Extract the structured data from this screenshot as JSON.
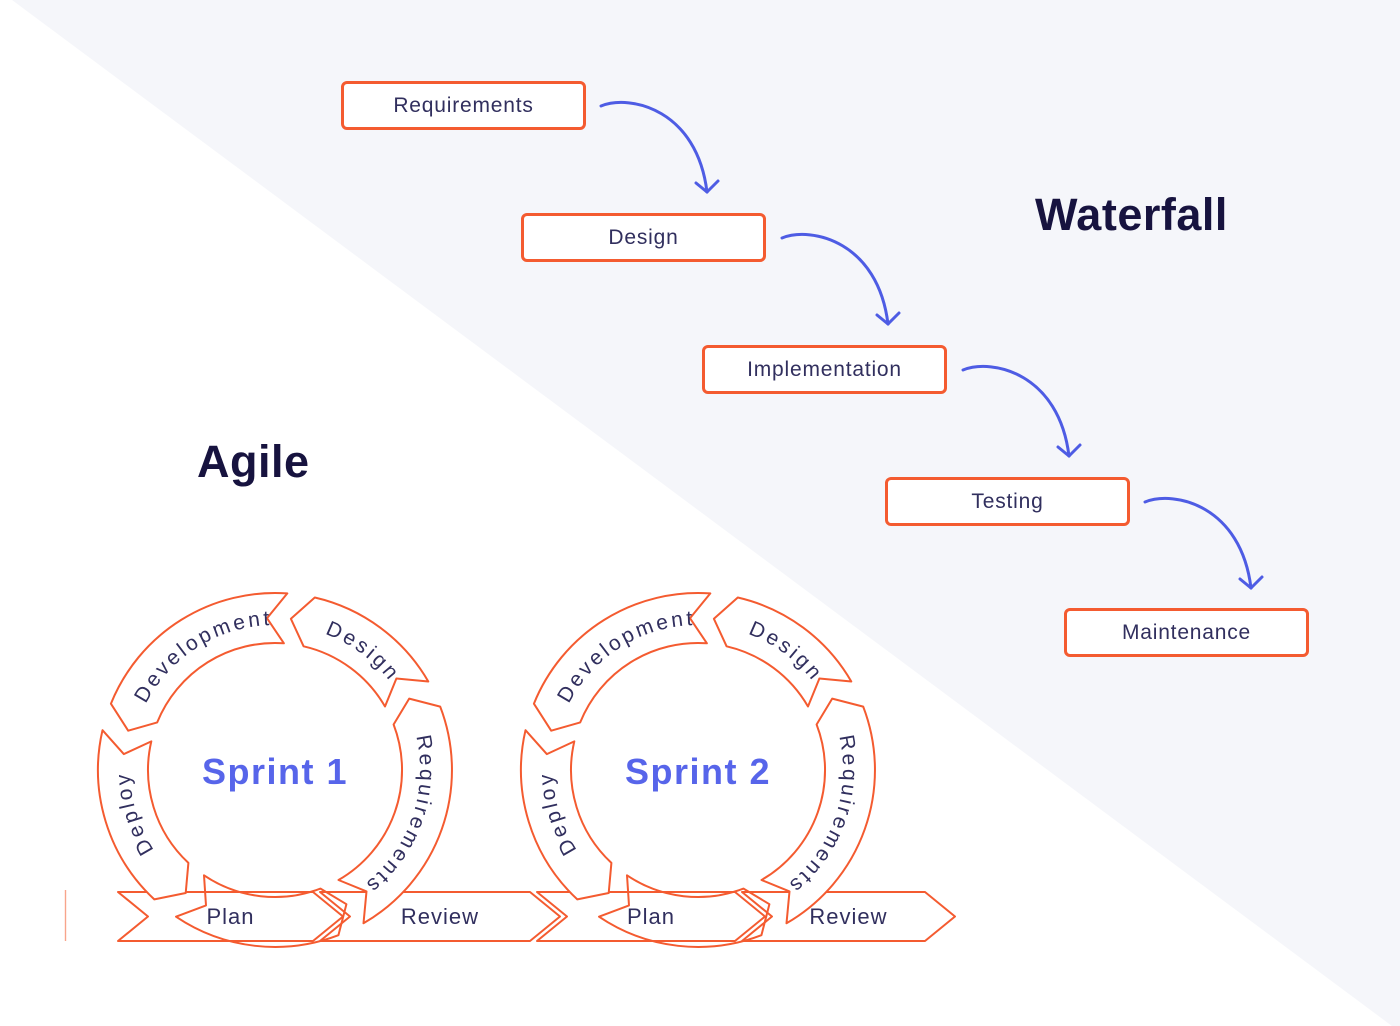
{
  "colors": {
    "background_accent": "#F5F6FA",
    "outline_orange": "#F45B30",
    "arrow_blue": "#4E5CE4",
    "text_navy": "#312F5E",
    "title_navy": "#17133F",
    "sprint_blue": "#5765EA"
  },
  "waterfall": {
    "title": "Waterfall",
    "steps": [
      {
        "label": "Requirements"
      },
      {
        "label": "Design"
      },
      {
        "label": "Implementation"
      },
      {
        "label": "Testing"
      },
      {
        "label": "Maintenance"
      }
    ]
  },
  "agile": {
    "title": "Agile",
    "cycle_segments": [
      "Development",
      "Design",
      "Requirements",
      "Deploy"
    ],
    "sprints": [
      {
        "name": "Sprint 1",
        "plan_label": "Plan",
        "review_label": "Review"
      },
      {
        "name": "Sprint 2",
        "plan_label": "Plan",
        "review_label": "Review"
      }
    ]
  }
}
